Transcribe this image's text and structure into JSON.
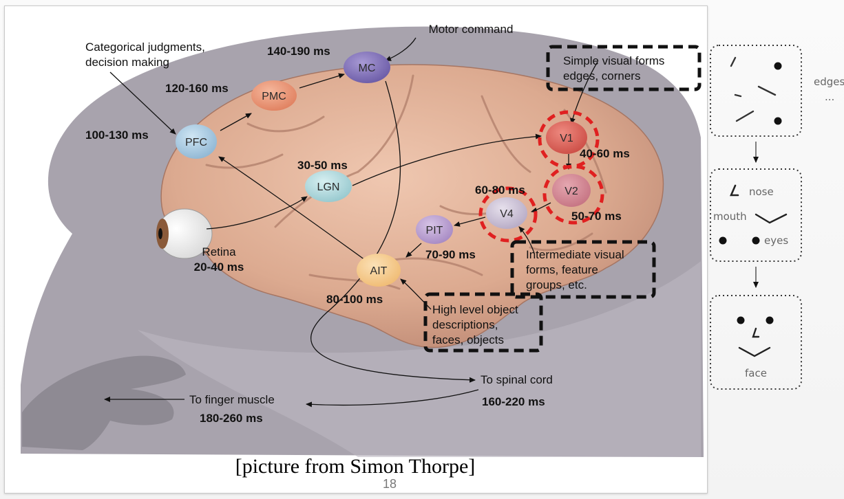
{
  "labels": {
    "motor_command": "Motor command",
    "categorical_line1": "Categorical judgments,",
    "categorical_line2": "decision making",
    "simple_line1": "Simple visual forms",
    "simple_line2": "edges, corners",
    "intermediate_line1": "Intermediate visual",
    "intermediate_line2": "forms, feature",
    "intermediate_line3": "groups, etc.",
    "highlevel_line1": "High level object",
    "highlevel_line2": "descriptions,",
    "highlevel_line3": "faces, objects",
    "retina": "Retina",
    "spinal": "To spinal cord",
    "finger": "To finger muscle"
  },
  "areas": {
    "pfc": "PFC",
    "pmc": "PMC",
    "mc": "MC",
    "lgn": "LGN",
    "v1": "V1",
    "v2": "V2",
    "v4": "V4",
    "pit": "PIT",
    "ait": "AIT"
  },
  "times": {
    "mc": "140-190 ms",
    "pmc": "120-160 ms",
    "pfc": "100-130 ms",
    "lgn": "30-50 ms",
    "retina": "20-40 ms",
    "v1": "40-60 ms",
    "v4": "60-80 ms",
    "v2": "50-70 ms",
    "pit": "70-90 ms",
    "ait": "80-100 ms",
    "spinal": "160-220 ms",
    "finger": "180-260 ms"
  },
  "caption": "[picture from Simon Thorpe]",
  "page_number": "18",
  "side_panel": {
    "edges_label": "edges",
    "ellipsis": "...",
    "nose_label": "nose",
    "mouth_label": "mouth",
    "eyes_label": "eyes",
    "face_label": "face"
  }
}
